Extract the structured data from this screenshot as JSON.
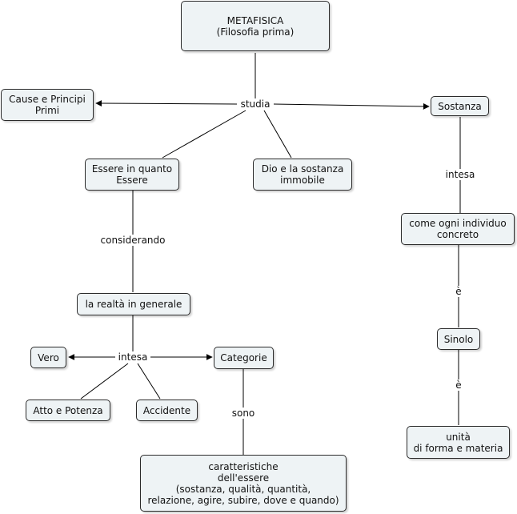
{
  "nodes": {
    "metafisica": "METAFISICA\n(Filosofia prima)",
    "cause": "Cause e Principi\nPrimi",
    "sostanza": "Sostanza",
    "essere": "Essere in quanto\nEssere",
    "dio": "Dio e la sostanza\nimmobile",
    "individuo": "come ogni individuo\nconcreto",
    "realta": "la realtà in generale",
    "vero": "Vero",
    "categorie": "Categorie",
    "sinolo": "Sinolo",
    "atto": "Atto e Potenza",
    "accidente": "Accidente",
    "unita": "unità\ndi forma e materia",
    "caratteristiche": "caratteristiche\ndell'essere\n(sostanza, qualità, quantità,\nrelazione, agire, subire, dove e quando)"
  },
  "links": {
    "studia": "studia",
    "intesa_sostanza": "intesa",
    "considerando": "considerando",
    "e1": "è",
    "e2": "è",
    "intesa_realta": "intesa",
    "sono": "sono"
  },
  "colors": {
    "node_fill": "#eef3f5",
    "node_border": "#2b2b2b",
    "line": "#000000"
  }
}
